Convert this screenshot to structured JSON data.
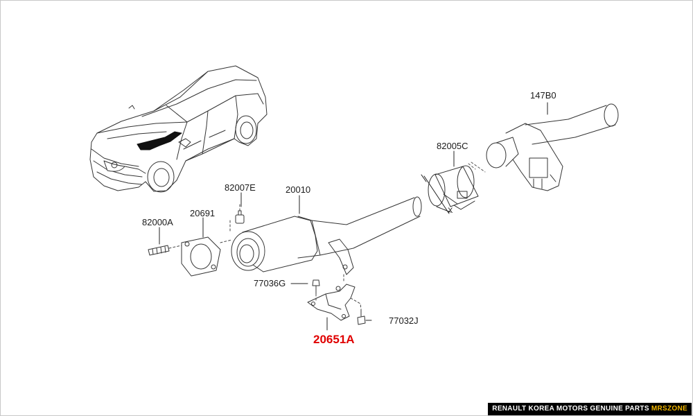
{
  "parts": {
    "p147B0": "147B0",
    "p82005C": "82005C",
    "p82007E": "82007E",
    "p20010": "20010",
    "p82000A": "82000A",
    "p20691": "20691",
    "p77036G": "77036G",
    "p77032J": "77032J",
    "p20651A": "20651A"
  },
  "dimension_mark": "X",
  "footer": {
    "text": "RENAULT KOREA MOTORS GENUINE PARTS ",
    "brand": "MRSZONE"
  },
  "colors": {
    "highlight": "#e00000",
    "footer_bg": "#000000",
    "brand": "#f2b600"
  }
}
